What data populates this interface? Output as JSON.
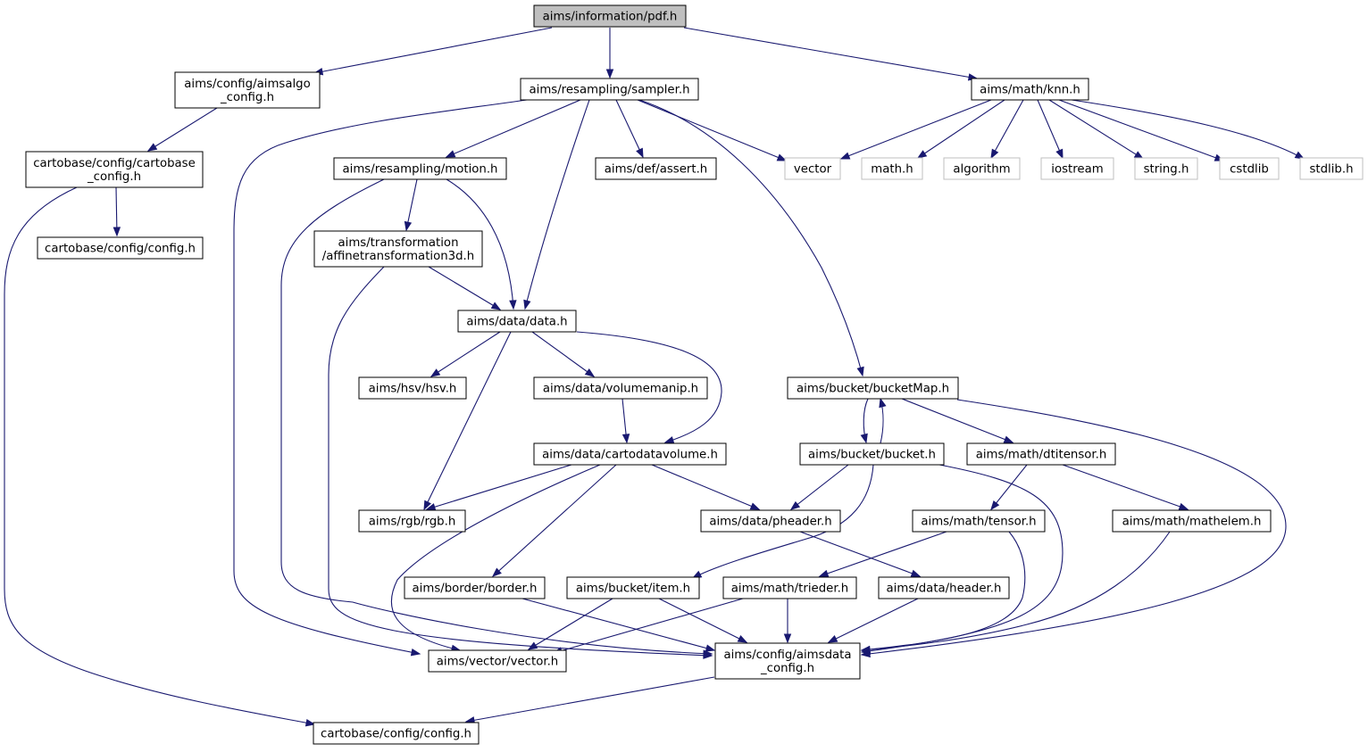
{
  "graph": {
    "colors": {
      "edge": "#191970",
      "root_fill": "#bfbfbf",
      "node_border": "#000000",
      "external_border": "#bfbfbf"
    },
    "nodes": [
      {
        "id": "pdf",
        "lines": [
          "aims/information/pdf.h"
        ],
        "kind": "root"
      },
      {
        "id": "aimsalgo_config",
        "lines": [
          "aims/config/aimsalgo",
          "_config.h"
        ],
        "kind": "local"
      },
      {
        "id": "sampler",
        "lines": [
          "aims/resampling/sampler.h"
        ],
        "kind": "local"
      },
      {
        "id": "knn",
        "lines": [
          "aims/math/knn.h"
        ],
        "kind": "local"
      },
      {
        "id": "cartobase_config",
        "lines": [
          "cartobase/config/cartobase",
          "_config.h"
        ],
        "kind": "local"
      },
      {
        "id": "cb_config_small",
        "lines": [
          "cartobase/config/config.h"
        ],
        "kind": "local"
      },
      {
        "id": "motion",
        "lines": [
          "aims/resampling/motion.h"
        ],
        "kind": "local"
      },
      {
        "id": "assert",
        "lines": [
          "aims/def/assert.h"
        ],
        "kind": "local"
      },
      {
        "id": "vector_std",
        "lines": [
          "vector"
        ],
        "kind": "external"
      },
      {
        "id": "math_std",
        "lines": [
          "math.h"
        ],
        "kind": "external"
      },
      {
        "id": "algorithm_std",
        "lines": [
          "algorithm"
        ],
        "kind": "external"
      },
      {
        "id": "iostream_std",
        "lines": [
          "iostream"
        ],
        "kind": "external"
      },
      {
        "id": "string_std",
        "lines": [
          "string.h"
        ],
        "kind": "external"
      },
      {
        "id": "cstdlib_std",
        "lines": [
          "cstdlib"
        ],
        "kind": "external"
      },
      {
        "id": "stdlib_std",
        "lines": [
          "stdlib.h"
        ],
        "kind": "external"
      },
      {
        "id": "affine",
        "lines": [
          "aims/transformation",
          "/affinetransformation3d.h"
        ],
        "kind": "local"
      },
      {
        "id": "data",
        "lines": [
          "aims/data/data.h"
        ],
        "kind": "local"
      },
      {
        "id": "hsv",
        "lines": [
          "aims/hsv/hsv.h"
        ],
        "kind": "local"
      },
      {
        "id": "volumemanip",
        "lines": [
          "aims/data/volumemanip.h"
        ],
        "kind": "local"
      },
      {
        "id": "bucketMap",
        "lines": [
          "aims/bucket/bucketMap.h"
        ],
        "kind": "local"
      },
      {
        "id": "cartodatavolume",
        "lines": [
          "aims/data/cartodatavolume.h"
        ],
        "kind": "local"
      },
      {
        "id": "bucket",
        "lines": [
          "aims/bucket/bucket.h"
        ],
        "kind": "local"
      },
      {
        "id": "dtitensor",
        "lines": [
          "aims/math/dtitensor.h"
        ],
        "kind": "local"
      },
      {
        "id": "rgb",
        "lines": [
          "aims/rgb/rgb.h"
        ],
        "kind": "local"
      },
      {
        "id": "pheader",
        "lines": [
          "aims/data/pheader.h"
        ],
        "kind": "local"
      },
      {
        "id": "tensor",
        "lines": [
          "aims/math/tensor.h"
        ],
        "kind": "local"
      },
      {
        "id": "mathelem",
        "lines": [
          "aims/math/mathelem.h"
        ],
        "kind": "local"
      },
      {
        "id": "border",
        "lines": [
          "aims/border/border.h"
        ],
        "kind": "local"
      },
      {
        "id": "item",
        "lines": [
          "aims/bucket/item.h"
        ],
        "kind": "local"
      },
      {
        "id": "trieder",
        "lines": [
          "aims/math/trieder.h"
        ],
        "kind": "local"
      },
      {
        "id": "header",
        "lines": [
          "aims/data/header.h"
        ],
        "kind": "local"
      },
      {
        "id": "aimsdata_config",
        "lines": [
          "aims/config/aimsdata",
          "_config.h"
        ],
        "kind": "local"
      },
      {
        "id": "vector_aims",
        "lines": [
          "aims/vector/vector.h"
        ],
        "kind": "local"
      },
      {
        "id": "cb_config_bottom",
        "lines": [
          "cartobase/config/config.h"
        ],
        "kind": "local"
      }
    ],
    "edges": [
      {
        "from": "pdf",
        "to": "aimsalgo_config"
      },
      {
        "from": "pdf",
        "to": "sampler"
      },
      {
        "from": "pdf",
        "to": "knn"
      },
      {
        "from": "aimsalgo_config",
        "to": "cartobase_config"
      },
      {
        "from": "cartobase_config",
        "to": "cb_config_small"
      },
      {
        "from": "cartobase_config",
        "to": "cb_config_bottom"
      },
      {
        "from": "sampler",
        "to": "vector_aims"
      },
      {
        "from": "sampler",
        "to": "motion"
      },
      {
        "from": "sampler",
        "to": "data"
      },
      {
        "from": "sampler",
        "to": "assert"
      },
      {
        "from": "sampler",
        "to": "vector_std"
      },
      {
        "from": "sampler",
        "to": "bucketMap"
      },
      {
        "from": "knn",
        "to": "vector_std"
      },
      {
        "from": "knn",
        "to": "math_std"
      },
      {
        "from": "knn",
        "to": "algorithm_std"
      },
      {
        "from": "knn",
        "to": "iostream_std"
      },
      {
        "from": "knn",
        "to": "string_std"
      },
      {
        "from": "knn",
        "to": "cstdlib_std"
      },
      {
        "from": "knn",
        "to": "stdlib_std"
      },
      {
        "from": "motion",
        "to": "affine"
      },
      {
        "from": "motion",
        "to": "data"
      },
      {
        "from": "motion",
        "to": "aimsdata_config"
      },
      {
        "from": "affine",
        "to": "data"
      },
      {
        "from": "affine",
        "to": "aimsdata_config"
      },
      {
        "from": "data",
        "to": "hsv"
      },
      {
        "from": "data",
        "to": "volumemanip"
      },
      {
        "from": "data",
        "to": "rgb"
      },
      {
        "from": "data",
        "to": "cartodatavolume"
      },
      {
        "from": "volumemanip",
        "to": "cartodatavolume"
      },
      {
        "from": "cartodatavolume",
        "to": "rgb"
      },
      {
        "from": "cartodatavolume",
        "to": "vector_aims"
      },
      {
        "from": "cartodatavolume",
        "to": "border"
      },
      {
        "from": "cartodatavolume",
        "to": "pheader"
      },
      {
        "from": "bucketMap",
        "to": "bucket"
      },
      {
        "from": "bucket",
        "to": "bucketMap"
      },
      {
        "from": "bucketMap",
        "to": "dtitensor"
      },
      {
        "from": "bucketMap",
        "to": "aimsdata_config"
      },
      {
        "from": "bucket",
        "to": "pheader"
      },
      {
        "from": "bucket",
        "to": "item"
      },
      {
        "from": "bucket",
        "to": "aimsdata_config"
      },
      {
        "from": "dtitensor",
        "to": "tensor"
      },
      {
        "from": "dtitensor",
        "to": "mathelem"
      },
      {
        "from": "pheader",
        "to": "header"
      },
      {
        "from": "tensor",
        "to": "trieder"
      },
      {
        "from": "tensor",
        "to": "aimsdata_config"
      },
      {
        "from": "mathelem",
        "to": "aimsdata_config"
      },
      {
        "from": "border",
        "to": "aimsdata_config"
      },
      {
        "from": "item",
        "to": "vector_aims"
      },
      {
        "from": "item",
        "to": "aimsdata_config"
      },
      {
        "from": "trieder",
        "to": "vector_aims"
      },
      {
        "from": "trieder",
        "to": "aimsdata_config"
      },
      {
        "from": "header",
        "to": "aimsdata_config"
      },
      {
        "from": "aimsdata_config",
        "to": "cb_config_bottom"
      }
    ]
  }
}
